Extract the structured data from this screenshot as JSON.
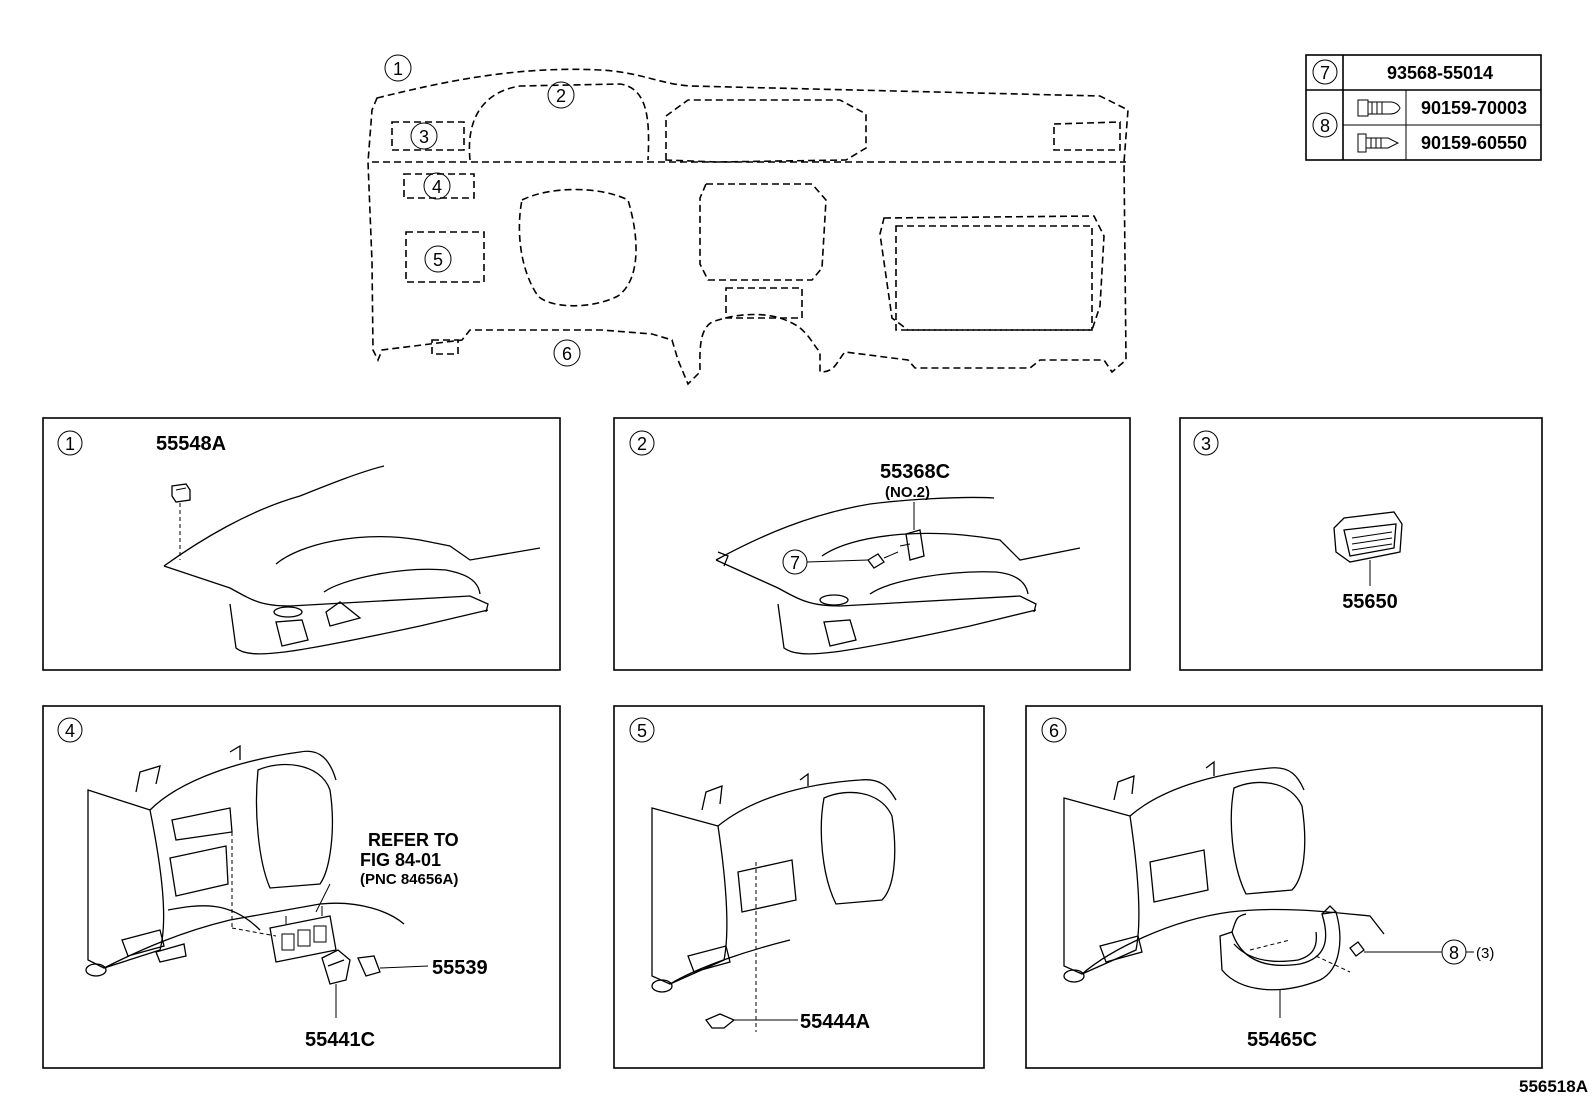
{
  "overview": {
    "callouts": [
      "1",
      "2",
      "3",
      "4",
      "5",
      "6"
    ]
  },
  "fastener_table": {
    "rows": [
      {
        "callout": "7",
        "part_number": "93568-55014"
      },
      {
        "callout": "8",
        "part_number": "90159-70003"
      },
      {
        "callout": "",
        "part_number": "90159-60550"
      }
    ]
  },
  "panels": [
    {
      "callout": "1",
      "parts": [
        "55548A"
      ]
    },
    {
      "callout": "2",
      "parts": [
        "55368C"
      ],
      "note": "(NO.2)",
      "fastener_callout": "7"
    },
    {
      "callout": "3",
      "parts": [
        "55650"
      ]
    },
    {
      "callout": "4",
      "parts": [
        "55539",
        "55441C"
      ],
      "reference": [
        "REFER TO",
        "FIG 84-01",
        "(PNC 84656A)"
      ]
    },
    {
      "callout": "5",
      "parts": [
        "55444A"
      ]
    },
    {
      "callout": "6",
      "parts": [
        "55465C"
      ],
      "fastener_callout": "8",
      "fastener_qty": "(3)"
    }
  ],
  "figure_id": "556518A"
}
